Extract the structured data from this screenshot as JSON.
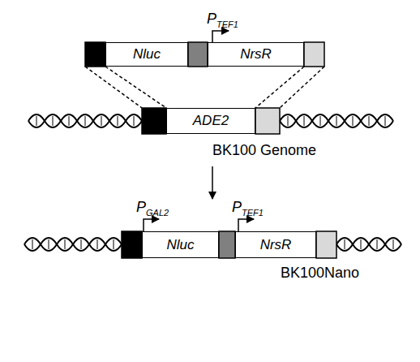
{
  "diagram": {
    "nodes": [
      {
        "text": [
          "Nluc"
        ]
      },
      {
        "text": [
          "NrsR"
        ]
      },
      {
        "text": [
          "ADE2"
        ]
      },
      {
        "text": [
          "Nluc"
        ]
      },
      {
        "text": [
          "NrsR"
        ]
      }
    ],
    "labels": [
      "P",
      "TEF1",
      "BK100 Genome",
      "P",
      "GAL2",
      "P",
      "TEF1",
      "BK100Nano"
    ]
  }
}
